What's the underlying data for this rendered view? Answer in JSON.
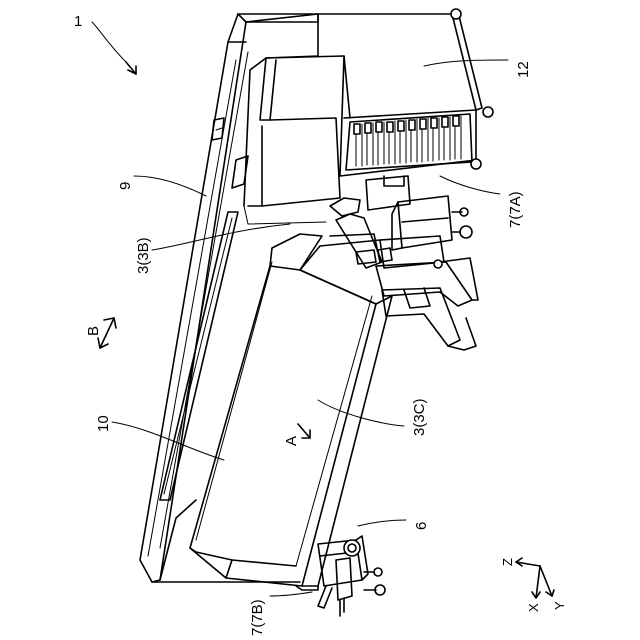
{
  "labels": {
    "ref_1": "1",
    "ref_12": "12",
    "ref_9": "9",
    "ref_3b": "3(3B)",
    "ref_7a": "7(7A)",
    "ref_b": "B",
    "ref_10": "10",
    "ref_a": "A",
    "ref_3c": "3(3C)",
    "ref_6": "6",
    "ref_7b": "7(7B)"
  },
  "axes": {
    "z": "Z",
    "x": "X",
    "y": "Y"
  }
}
